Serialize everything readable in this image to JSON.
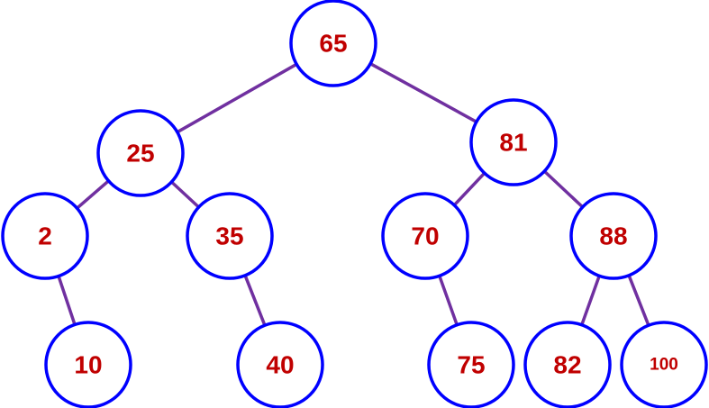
{
  "diagram": {
    "type": "binary-tree",
    "colors": {
      "edge": "#7030a0",
      "node_border": "#0000ff",
      "node_fill": "#ffffff",
      "label": "#c00000"
    },
    "nodes": [
      {
        "id": "n65",
        "label": "65"
      },
      {
        "id": "n25",
        "label": "25"
      },
      {
        "id": "n81",
        "label": "81"
      },
      {
        "id": "n2",
        "label": "2"
      },
      {
        "id": "n35",
        "label": "35"
      },
      {
        "id": "n70",
        "label": "70"
      },
      {
        "id": "n88",
        "label": "88"
      },
      {
        "id": "n10",
        "label": "10"
      },
      {
        "id": "n40",
        "label": "40"
      },
      {
        "id": "n75",
        "label": "75"
      },
      {
        "id": "n82",
        "label": "82"
      },
      {
        "id": "n100",
        "label": "100"
      }
    ],
    "edges": [
      {
        "from": "n65",
        "to": "n25"
      },
      {
        "from": "n65",
        "to": "n81"
      },
      {
        "from": "n25",
        "to": "n2"
      },
      {
        "from": "n25",
        "to": "n35"
      },
      {
        "from": "n81",
        "to": "n70"
      },
      {
        "from": "n81",
        "to": "n88"
      },
      {
        "from": "n2",
        "to": "n10"
      },
      {
        "from": "n35",
        "to": "n40"
      },
      {
        "from": "n70",
        "to": "n75"
      },
      {
        "from": "n88",
        "to": "n82"
      },
      {
        "from": "n88",
        "to": "n100"
      }
    ]
  }
}
